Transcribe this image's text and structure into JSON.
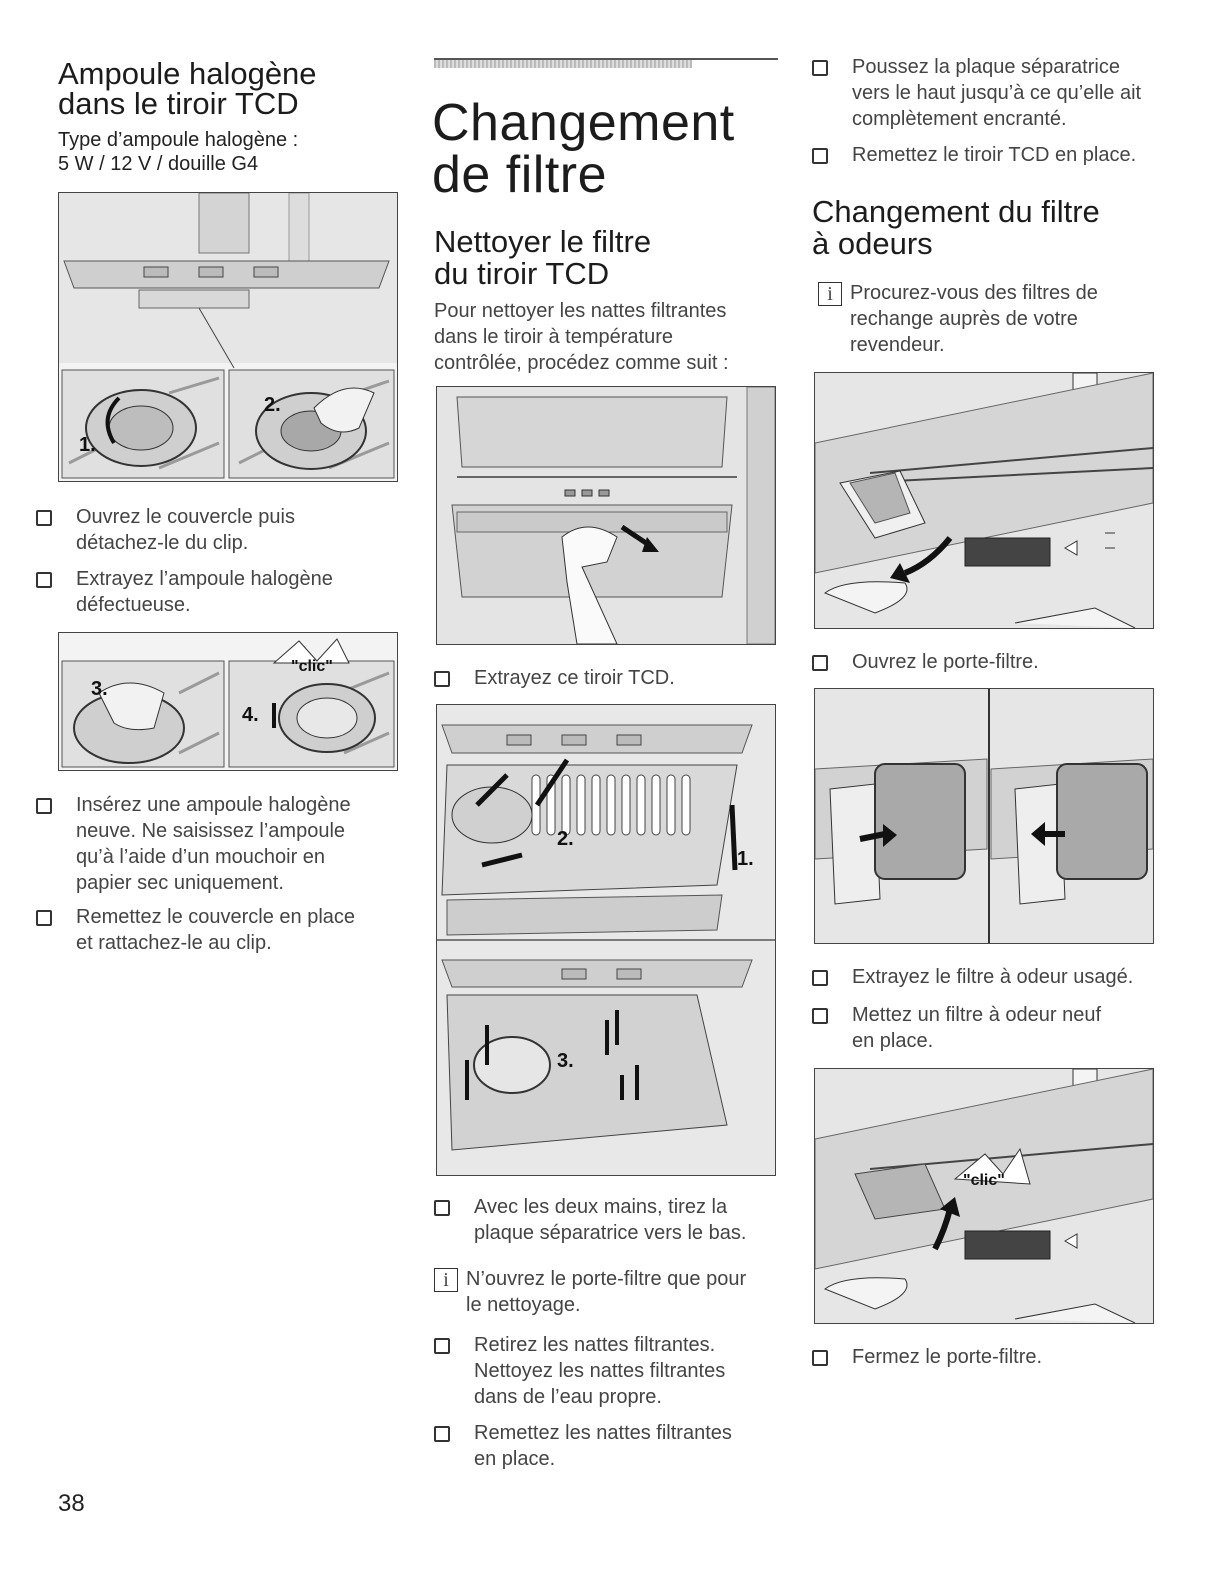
{
  "left": {
    "title_line1": "Ampoule halogène",
    "title_line2": "dans le tiroir TCD",
    "subtitle_line1": "Type d’ampoule halogène :",
    "subtitle_line2": "5 W / 12 V / douille G4",
    "fig1_labels": [
      "1.",
      "2."
    ],
    "steps_a": [
      {
        "l1": "Ouvrez le couvercle puis",
        "l2": "détachez-le du clip."
      },
      {
        "l1": "Extrayez l’ampoule halogène",
        "l2": "défectueuse."
      }
    ],
    "fig2_labels": [
      "3.",
      "4.",
      "\"clic\""
    ],
    "steps_b": [
      {
        "l1": "Insérez une ampoule halogène",
        "l2": "neuve. Ne saisissez l’ampoule",
        "l3": "qu’à l’aide d’un mouchoir en",
        "l4": "papier sec uniquement."
      },
      {
        "l1": "Remettez le couvercle en place",
        "l2": "et rattachez-le au clip."
      }
    ],
    "page_number": "38"
  },
  "middle": {
    "title_line1": "Changement",
    "title_line2": "de filtre",
    "section_line1": "Nettoyer le filtre",
    "section_line2": "du tiroir TCD",
    "intro": [
      "Pour nettoyer les nattes filtrantes",
      "dans le tiroir à température",
      "contrôlée, procédez comme suit :"
    ],
    "step1": "Extrayez ce tiroir TCD.",
    "fig_labels": [
      "1.",
      "2.",
      "3."
    ],
    "step2_l1": "Avec les deux mains, tirez la",
    "step2_l2": "plaque séparatrice vers le bas.",
    "info_icon": "i",
    "info_l1": "N’ouvrez le porte-filtre que pour",
    "info_l2": "le nettoyage.",
    "step3": [
      "Retirez les nattes filtrantes.",
      "Nettoyez les nattes filtrantes",
      "dans de l’eau propre."
    ],
    "step4_l1": "Remettez les nattes filtrantes",
    "step4_l2": "en place."
  },
  "right": {
    "steps_a": [
      {
        "l1": "Poussez la plaque séparatrice",
        "l2": "vers le haut jusqu’à ce qu’elle ait",
        "l3": "complètement encranté."
      },
      {
        "l1": "Remettez le tiroir TCD en place."
      }
    ],
    "section_line1": "Changement du filtre",
    "section_line2": "à odeurs",
    "info_icon": "i",
    "info": [
      "Procurez-vous des filtres de",
      "rechange auprès de votre",
      "revendeur."
    ],
    "step_open": "Ouvrez le porte-filtre.",
    "step_remove": "Extrayez le filtre à odeur usagé.",
    "step_insert_l1": "Mettez un filtre à odeur neuf",
    "step_insert_l2": "en place.",
    "fig_clic": "\"clic\"",
    "step_close": "Fermez le porte-filtre."
  }
}
